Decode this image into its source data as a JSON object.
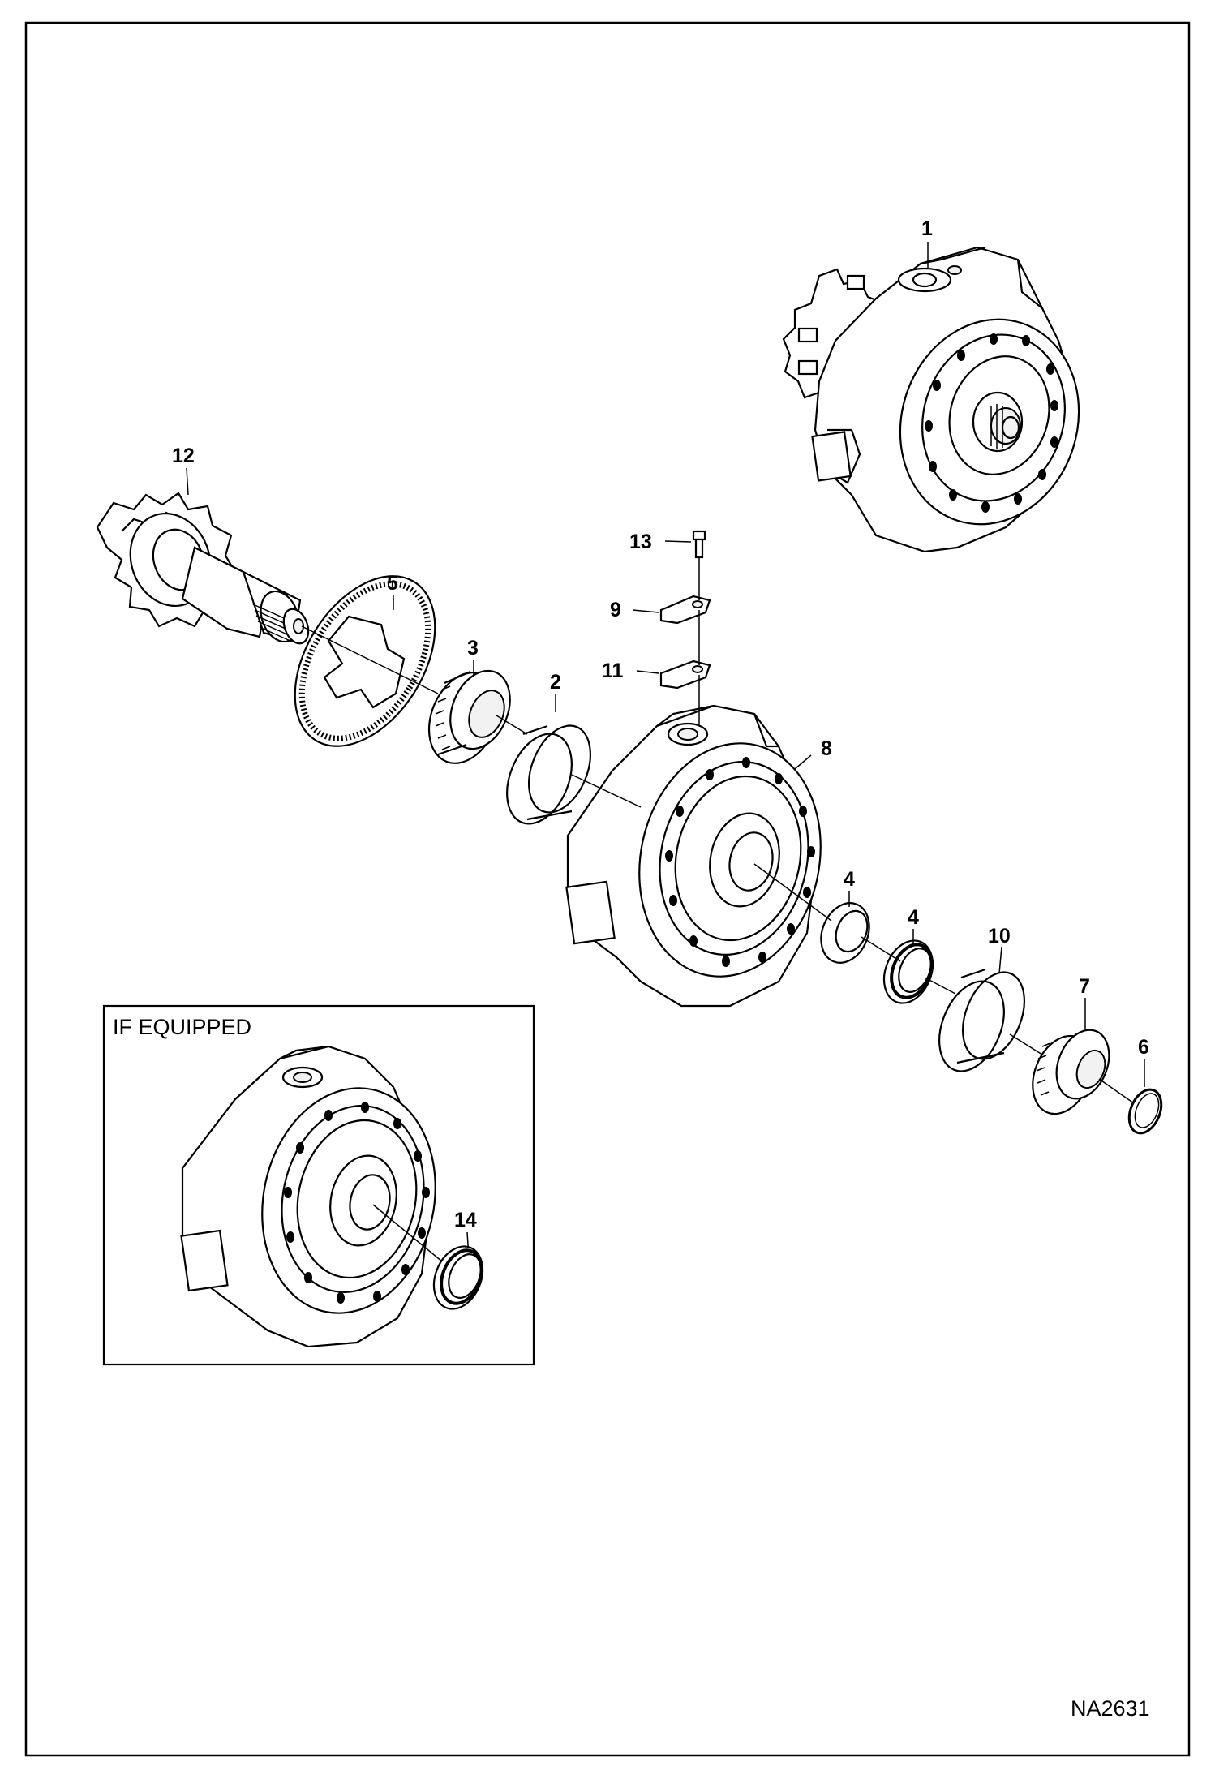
{
  "diagram": {
    "figure_id": "NA2631",
    "inset": {
      "title": "IF EQUIPPED"
    },
    "callouts": [
      {
        "id": "c1",
        "label": "1"
      },
      {
        "id": "c2",
        "label": "2"
      },
      {
        "id": "c3",
        "label": "3"
      },
      {
        "id": "c4a",
        "label": "4"
      },
      {
        "id": "c4b",
        "label": "4"
      },
      {
        "id": "c5",
        "label": "5"
      },
      {
        "id": "c6",
        "label": "6"
      },
      {
        "id": "c7",
        "label": "7"
      },
      {
        "id": "c8",
        "label": "8"
      },
      {
        "id": "c9",
        "label": "9"
      },
      {
        "id": "c10",
        "label": "10"
      },
      {
        "id": "c11",
        "label": "11"
      },
      {
        "id": "c12",
        "label": "12"
      },
      {
        "id": "c13",
        "label": "13"
      },
      {
        "id": "c14",
        "label": "14"
      }
    ]
  }
}
